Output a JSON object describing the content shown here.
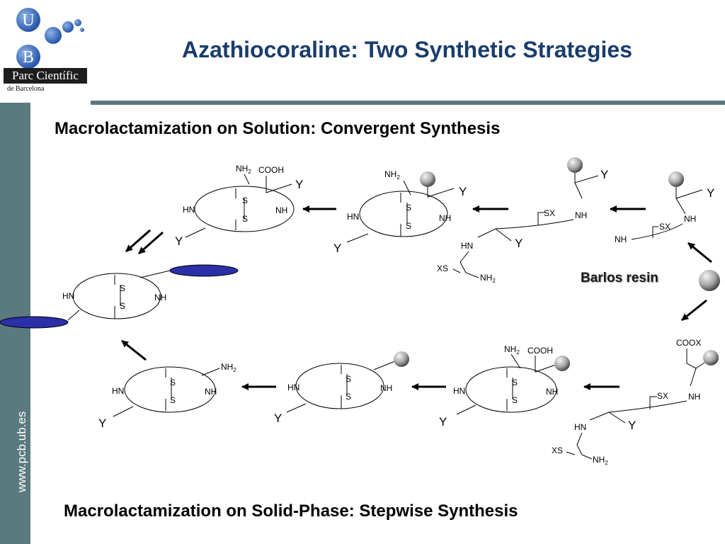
{
  "logo": {
    "letter_u": "U",
    "letter_b": "B",
    "name": "Parc Científic",
    "sub": "de Barcelona"
  },
  "title": "Azathiocoraline: Two Synthetic Strategies",
  "sidebar_url": "www.pcb.ub.es",
  "subheading_top": "Macrolactamization on Solution:  Convergent Synthesis",
  "subheading_bottom": "Macrolactamization on Solid-Phase: Stepwise Synthesis",
  "resin_label": "Barlos resin",
  "atoms": {
    "nh2": "NH",
    "sub2": "2",
    "cooh": "COOH",
    "coox": "COOX",
    "hn": "HN",
    "nh": "NH",
    "s": "S",
    "sx": "SX",
    "xs": "XS",
    "y": "Y"
  },
  "colors": {
    "title": "#1a3d6b",
    "sidebar": "#5b7a7f",
    "oval_blue": "#2b2fa8",
    "text": "#000000"
  }
}
